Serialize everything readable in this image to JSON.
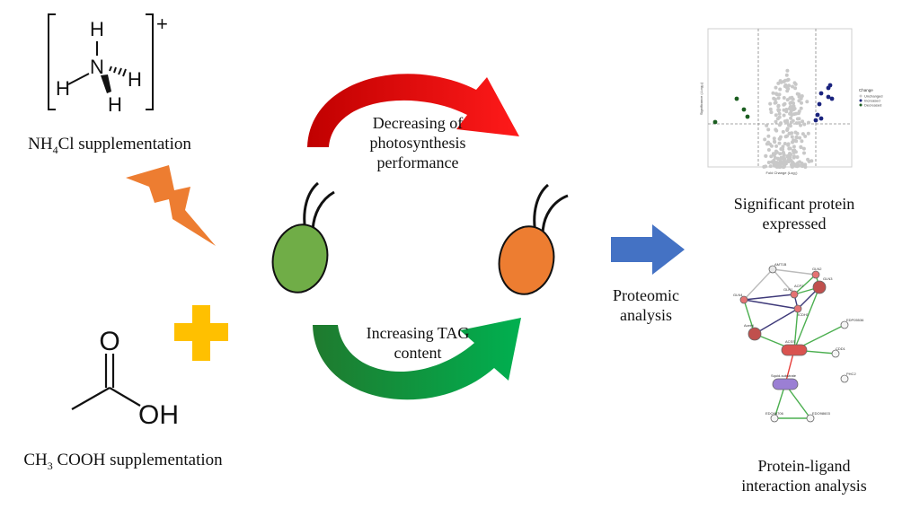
{
  "ammonium": {
    "atoms": {
      "n": "N",
      "h": "H"
    },
    "charge": "+",
    "caption_pre": "NH",
    "caption_sub": "4",
    "caption_post": "Cl supplementation"
  },
  "acetic": {
    "atoms": {
      "o": "O",
      "oh": "OH"
    },
    "caption_pre": "CH",
    "caption_sub": "3",
    "caption_post": " COOH supplementation"
  },
  "cycle": {
    "top_text": [
      "Decreasing of",
      "photosynthesis",
      "performance"
    ],
    "bottom_text": [
      "Increasing TAG",
      "content"
    ]
  },
  "proteomic": [
    "Proteomic",
    "analysis"
  ],
  "volcano": {
    "caption": [
      "Significant protein",
      "expressed"
    ],
    "x_axis_label": "Fold Change (Log₂)",
    "y_axis_label": "Significance (-Log₁₀)",
    "legend_title": "Change",
    "legend_items": [
      "Unchanged",
      "Increased",
      "Decreased"
    ]
  },
  "network": {
    "caption": [
      "Protein-ligand",
      "interaction analysis"
    ],
    "nodes": [
      "AMT1B",
      "GLN2",
      "GLN3",
      "GLN1",
      "GLN4",
      "ACP2",
      "ICDH1",
      "EDP05536",
      "CDD1",
      "PHC2",
      "Acetyl",
      "Squid-substrate",
      "EDO98706",
      "EDO98603",
      "ACSS"
    ]
  },
  "colors": {
    "green_cell": "#70ad47",
    "orange_cell": "#ed7d31",
    "red_arrow": "#e00000",
    "green_arrow": "#17a34a",
    "blue_arrow": "#4472c4",
    "lightning": "#ed7d31",
    "plus": "#ffc000",
    "volcano_up": "#1a237e",
    "volcano_down": "#1b5e20"
  },
  "icons": [
    "lightning-icon",
    "plus-icon",
    "right-arrow-icon"
  ]
}
